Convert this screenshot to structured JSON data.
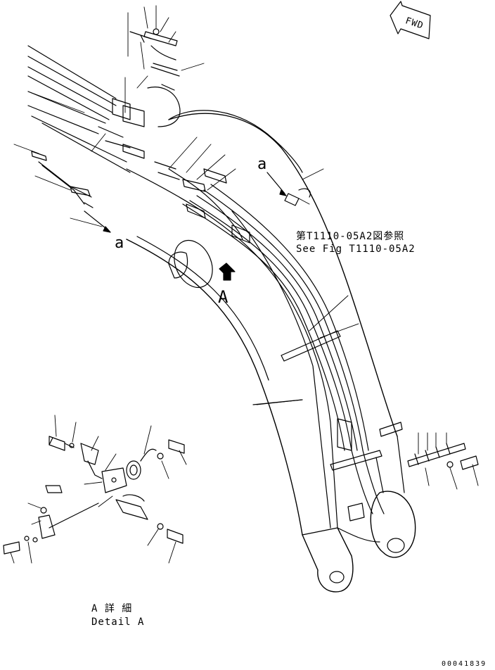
{
  "labels": {
    "fwd": "FWD",
    "section_a_top": "a",
    "section_a_left": "a",
    "view_a": "A",
    "ref_jp": "第T1110-05A2図参照",
    "ref_en": "See Fig T1110-05A2",
    "detail_jp": "A 詳 細",
    "detail_en": "Detail A",
    "drawing_no": "00041839"
  }
}
